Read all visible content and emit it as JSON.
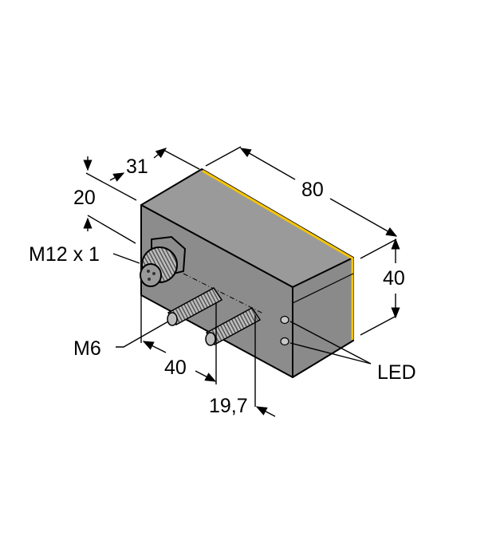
{
  "labels": {
    "depth": "31",
    "offset": "20",
    "connector": "M12 x 1",
    "length": "80",
    "height": "40",
    "screw": "M6",
    "screw_spacing": "40",
    "screw_offset": "19,7",
    "led": "LED"
  },
  "colors": {
    "housing": "#8c8c8c",
    "housing_top": "#9a9a9a",
    "housing_side": "#858585",
    "seal": "#f5c400"
  }
}
